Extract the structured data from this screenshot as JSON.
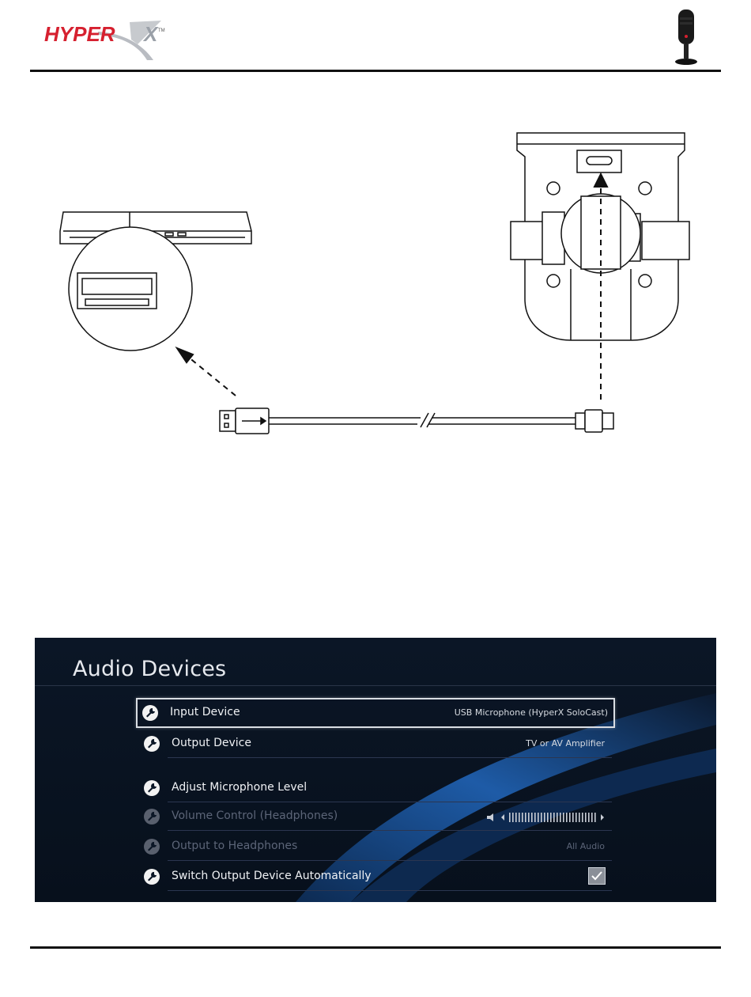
{
  "header": {
    "brand_logo": "HyperX logo",
    "product_icon": "microphone-icon"
  },
  "audio_devices": {
    "title": "Audio Devices",
    "rows": [
      {
        "label": "Input Device",
        "value": "USB Microphone (HyperX SoloCast)",
        "state": "focused"
      },
      {
        "label": "Output Device",
        "value": "TV or AV Amplifier",
        "state": "normal"
      },
      {
        "label": "Adjust Microphone Level",
        "value": "",
        "state": "normal"
      },
      {
        "label": "Volume Control (Headphones)",
        "value": "",
        "state": "disabled"
      },
      {
        "label": "Output to Headphones",
        "value": "All Audio",
        "state": "disabled"
      },
      {
        "label": "Switch Output Device Automatically",
        "value": "",
        "state": "normal",
        "checked": true
      }
    ]
  },
  "colors": {
    "hyperx_red": "#d6202f",
    "panel_bg": "#07101c",
    "wave_blue": "#1f5fae"
  }
}
